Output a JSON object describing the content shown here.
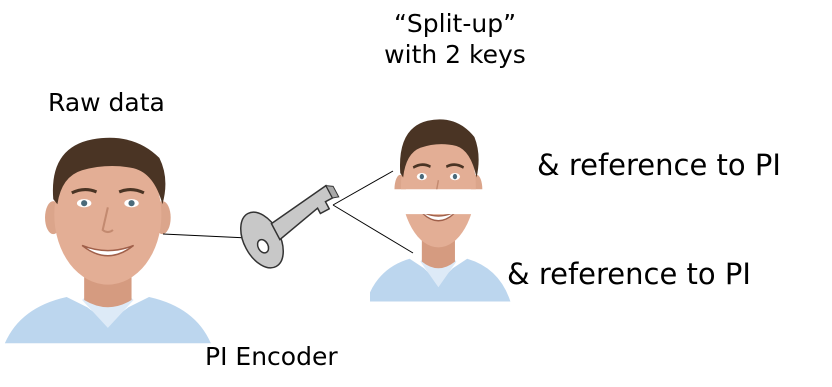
{
  "labels": {
    "raw_data": "Raw data",
    "split_line1": "“Split-up”",
    "split_line2": "with 2 keys",
    "reference_1": "& reference to PI",
    "reference_2": "& reference to PI",
    "encoder": "PI Encoder"
  },
  "colors": {
    "skin": "#e3ae95",
    "hair": "#4a3424",
    "shirt": "#bcd6ee",
    "key_metal": "#c8c8c8",
    "line": "#000000"
  },
  "icons": {
    "source_photo": "person-portrait",
    "top_half_photo": "person-portrait-top-half",
    "bottom_half_photo": "person-portrait-bottom-half",
    "key": "key-icon"
  }
}
